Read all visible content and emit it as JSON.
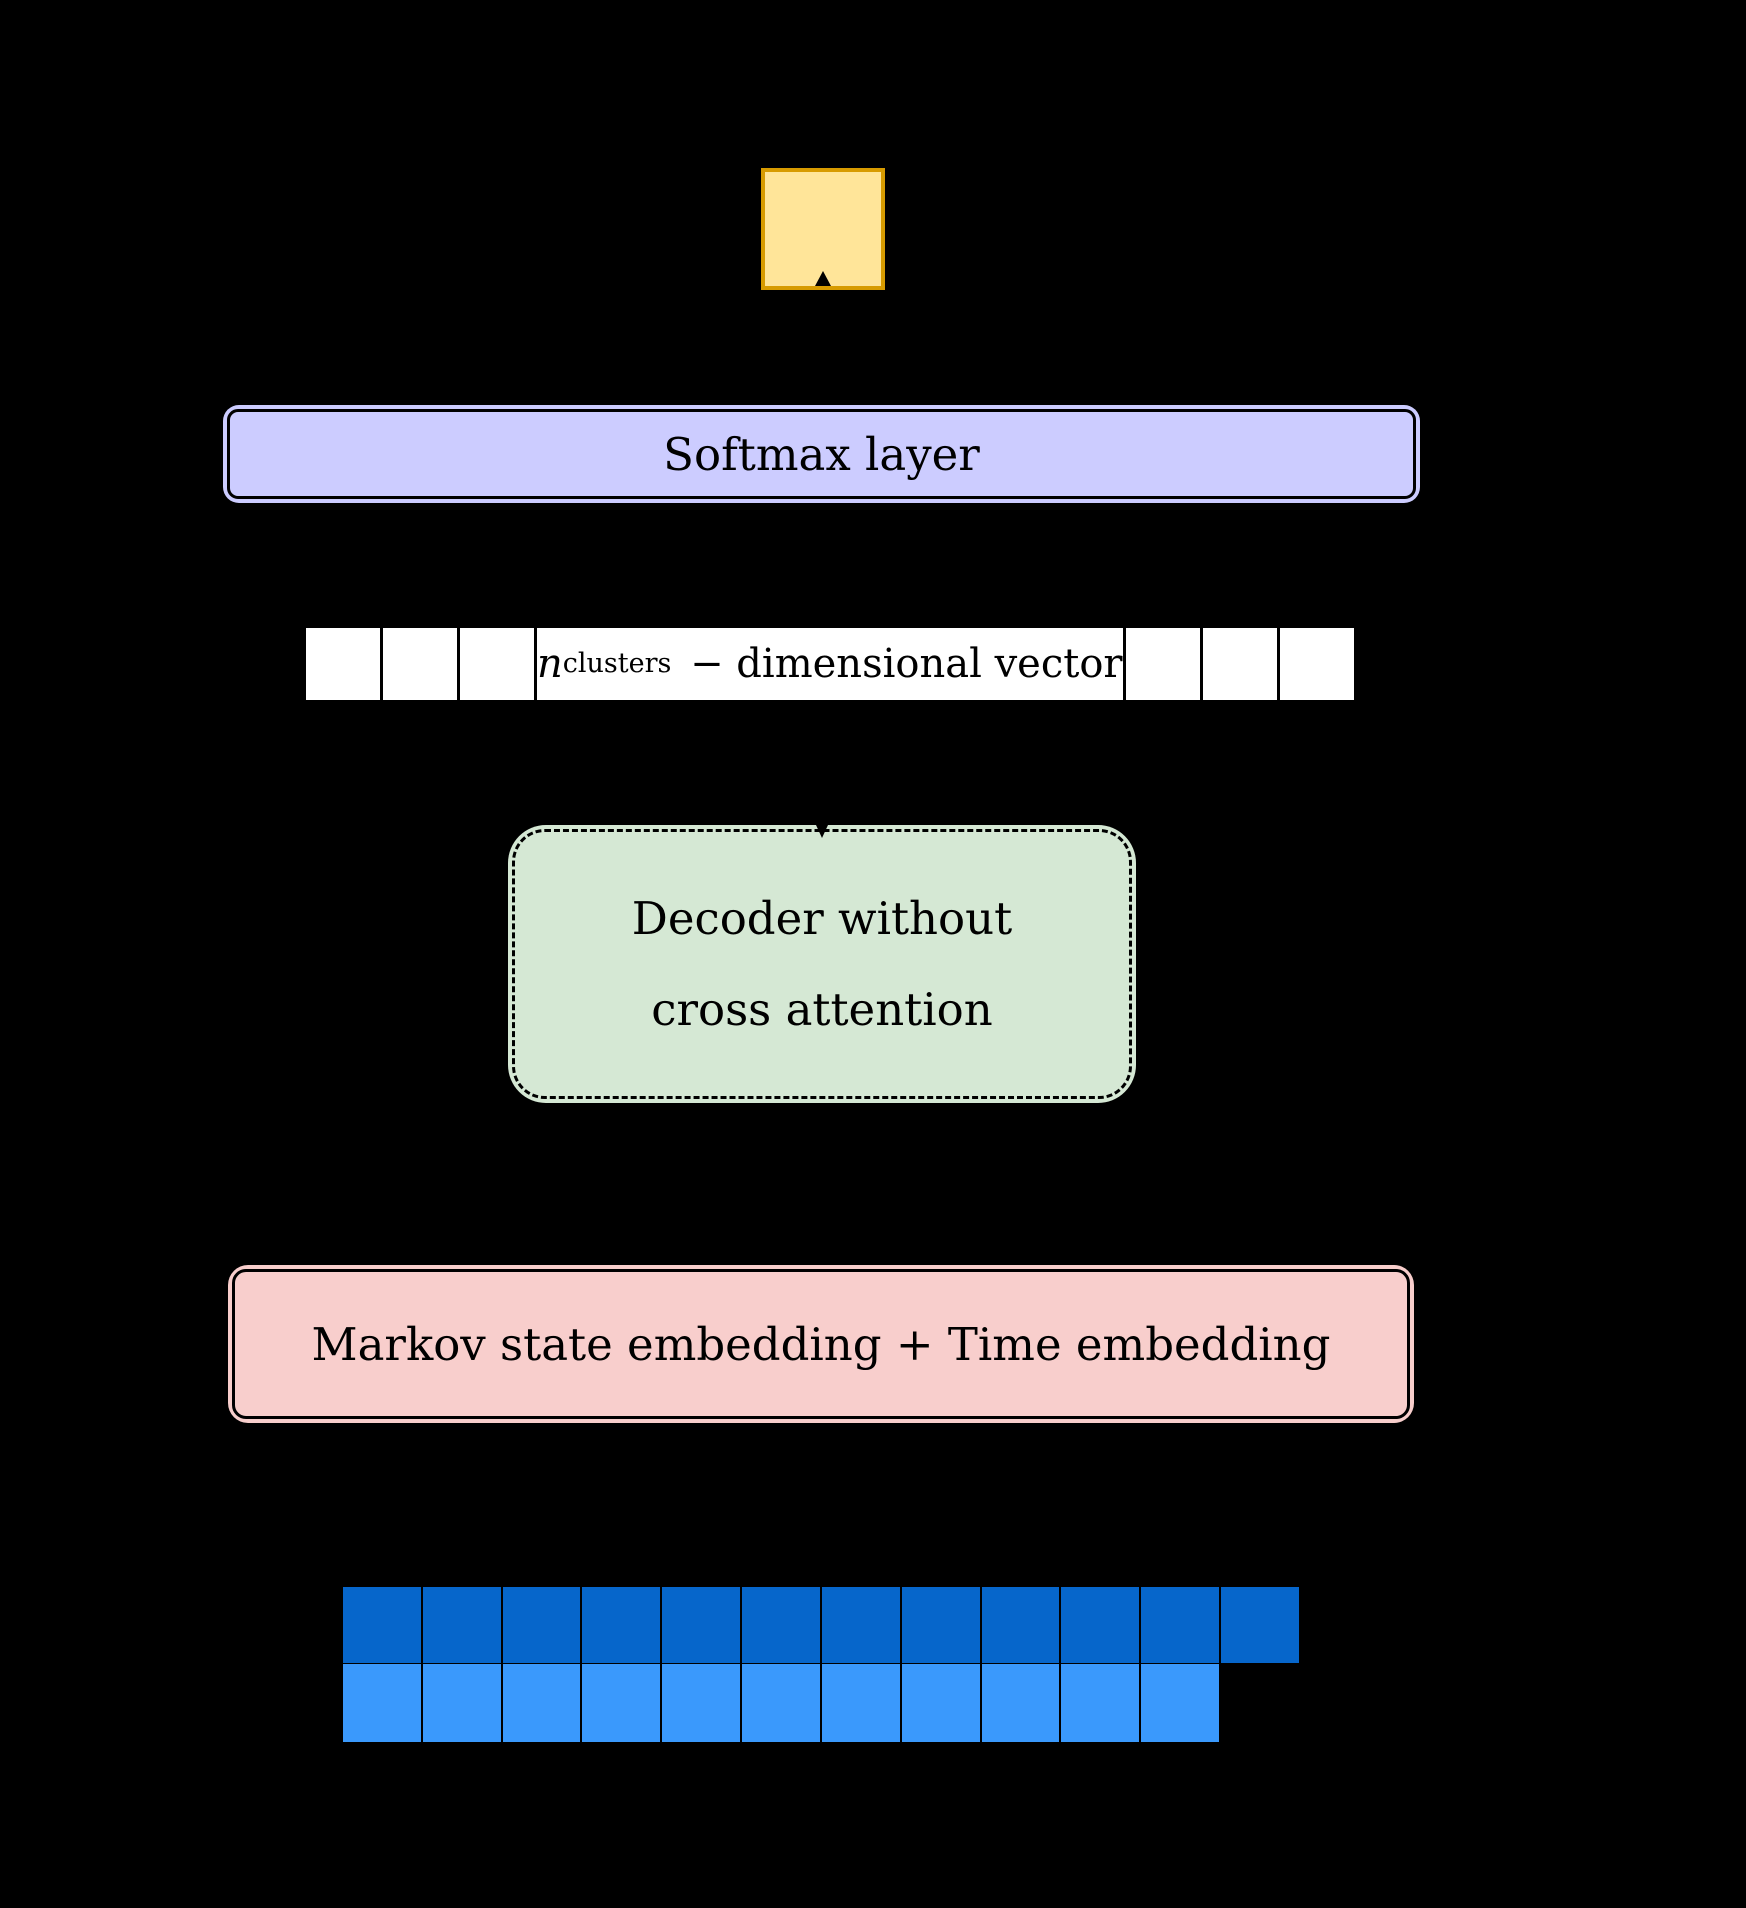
{
  "figure": {
    "type": "neural-architecture-diagram",
    "background": "#000000"
  },
  "colors": {
    "bg": "#000000",
    "text": "#000000",
    "output-fill": "#FFE599",
    "output-border": "#D79B00",
    "softmax-fill": "#CCCCFF",
    "softmax-border": "#000000",
    "vector-fill": "#FFFFFF",
    "vector-border": "#000000",
    "decoder-fill": "#D5E8D4",
    "decoder-border": "#000000",
    "embedding-fill": "#F8CECC",
    "embedding-border": "#000000",
    "grid-top-fill": "#0666CB",
    "grid-bottom-fill": "#3A99FC",
    "grid-line": "#000000"
  },
  "nodes": {
    "softmax": {
      "label": "Softmax layer"
    },
    "vector": {
      "n": "n",
      "sub": "clusters",
      "rest": " − dimensional vector",
      "left_cells": 3,
      "right_cells": 3
    },
    "decoder": {
      "line1": "Decoder without",
      "line2": "cross attention"
    },
    "embedding": {
      "label": "Markov state embedding + Time embedding"
    },
    "grid": {
      "top_cells": 12,
      "bottom_cells": 11
    }
  }
}
